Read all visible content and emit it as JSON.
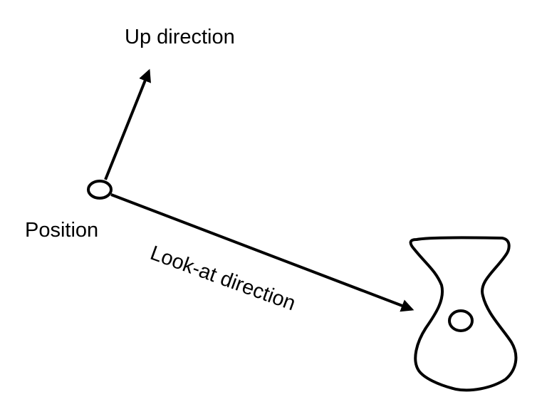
{
  "labels": {
    "up": "Up direction",
    "position": "Position",
    "look_at": "Look-at direction"
  },
  "colors": {
    "stroke": "#000000",
    "background": "#ffffff"
  }
}
